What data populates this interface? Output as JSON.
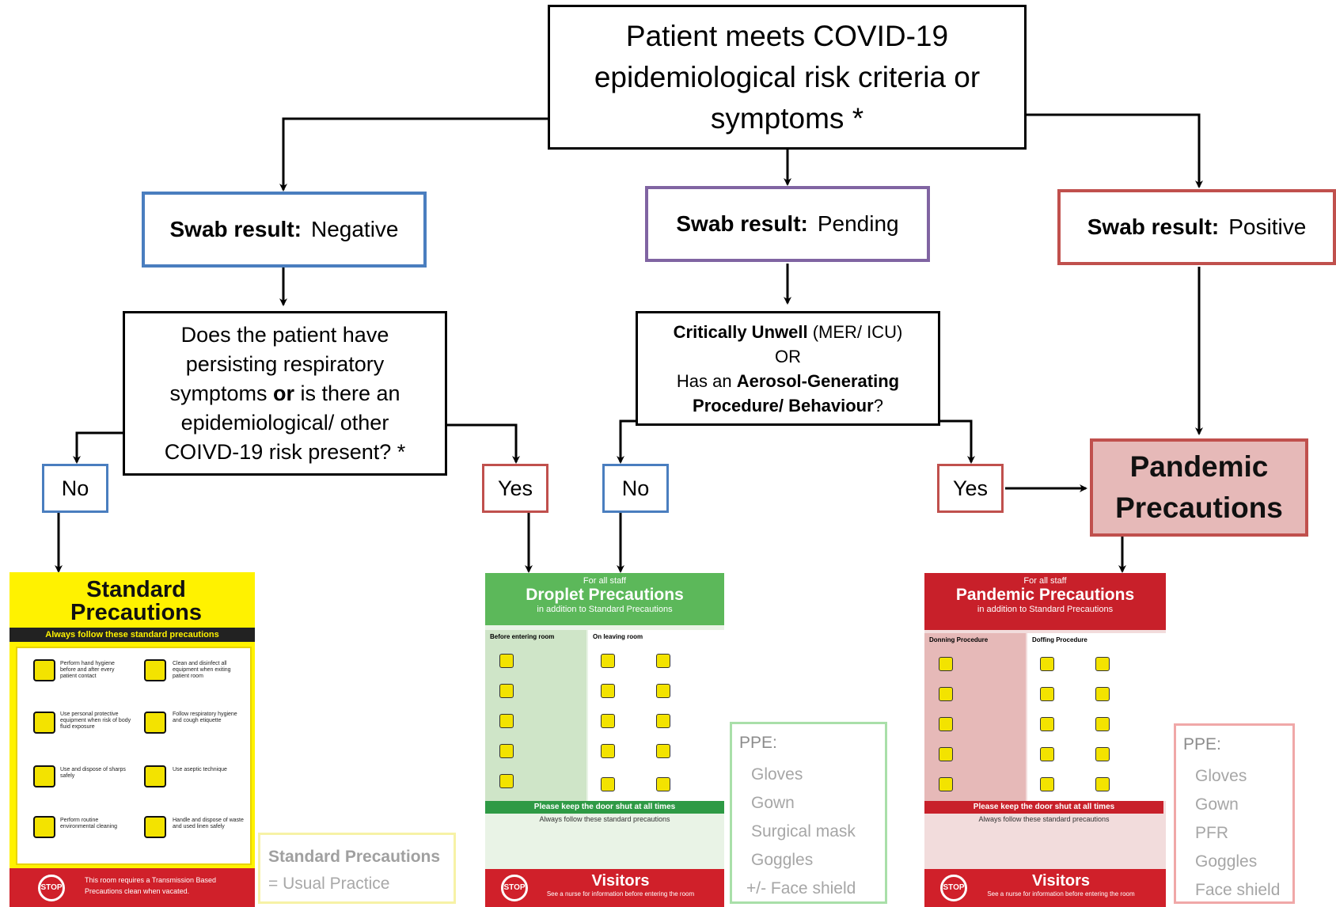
{
  "root": {
    "line1": "Patient meets COVID-19",
    "line2": "epidemiological risk criteria or",
    "line3": "symptoms *"
  },
  "swab": {
    "label": "Swab result:",
    "negative": "Negative",
    "pending": "Pending",
    "positive": "Positive"
  },
  "question_left": {
    "line1": "Does the patient have",
    "line2": "persisting respiratory",
    "line3a": "symptoms ",
    "line3b": "or",
    "line3c": " is there an",
    "line4": "epidemiological/ other",
    "line5": "COIVD-19  risk present? *"
  },
  "question_middle": {
    "part1": "Critically Unwell",
    "part2": " (MER/ ICU)",
    "or": "OR",
    "part3": "Has an ",
    "part4": "Aerosol-Generating",
    "part5": "Procedure/ Behaviour",
    "part6": "?"
  },
  "answers": {
    "no": "No",
    "yes": "Yes"
  },
  "pandemic_box": {
    "line1": "Pandemic",
    "line2": "Precautions"
  },
  "poster_standard": {
    "title1": "Standard",
    "title2": "Precautions",
    "band": "Always follow these standard precautions",
    "items": [
      "Perform hand hygiene before and after every patient contact",
      "Clean and disinfect all equipment when exiting patient room",
      "Use personal protective equipment when risk of body fluid exposure",
      "Follow respiratory hygiene and cough etiquette",
      "Use and dispose of sharps safely",
      "Use aseptic technique",
      "Perform routine environmental cleaning",
      "Handle and dispose of waste and used linen safely"
    ],
    "footer": "This room requires a Transmission Based Precautions clean when vacated.",
    "stop": "STOP"
  },
  "poster_droplet": {
    "sub1": "For all staff",
    "title": "Droplet Precautions",
    "sub2": "in addition to Standard Precautions",
    "col_left": "Before entering room",
    "col_right": "On leaving room",
    "bar": "Please keep the door shut at all times",
    "always": "Always follow these standard precautions",
    "visitors": "Visitors",
    "visitors_sub": "See a nurse for information before entering the room",
    "stop": "STOP"
  },
  "poster_pandemic": {
    "sub1": "For all staff",
    "title": "Pandemic Precautions",
    "sub2": "in addition to Standard Precautions",
    "col_left": "Donning Procedure",
    "col_right": "Doffing Procedure",
    "bar": "Please keep the door shut at all times",
    "always": "Always follow these standard precautions",
    "visitors": "Visitors",
    "visitors_sub": "See a nurse for information before entering the room",
    "stop": "STOP"
  },
  "standard_note": {
    "line1": "Standard Precautions",
    "line2": "= Usual Practice"
  },
  "ppe_droplet": {
    "label": "PPE:",
    "items": [
      "Gloves",
      "Gown",
      "Surgical mask",
      "Goggles",
      "+/- Face shield"
    ]
  },
  "ppe_pandemic": {
    "label": "PPE:",
    "items": [
      "Gloves",
      "Gown",
      "PFR",
      "Goggles",
      "Face shield"
    ]
  }
}
